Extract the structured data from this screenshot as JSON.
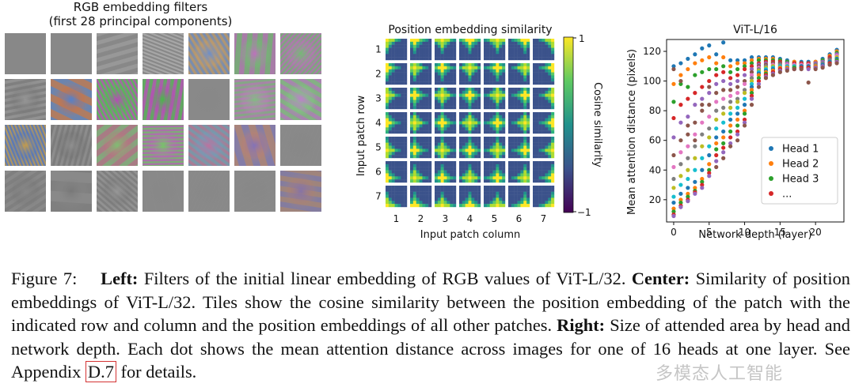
{
  "left_panel": {
    "title_line1": "RGB embedding filters",
    "title_line2": "(first 28 principal components)",
    "grid_rows": 4,
    "grid_cols": 7
  },
  "center_panel": {
    "title": "Position embedding similarity",
    "ylabel": "Input patch row",
    "xlabel": "Input patch column",
    "row_ticks": [
      "1",
      "2",
      "3",
      "4",
      "5",
      "6",
      "7"
    ],
    "col_ticks": [
      "1",
      "2",
      "3",
      "4",
      "5",
      "6",
      "7"
    ],
    "colorbar_label": "Cosine similarity",
    "colorbar_max": "1",
    "colorbar_min": "−1"
  },
  "chart_data": {
    "type": "scatter",
    "title": "ViT-L/16",
    "xlabel": "Network depth (layer)",
    "ylabel": "Mean attention distance (pixels)",
    "xlim": [
      -1,
      24
    ],
    "ylim": [
      5,
      128
    ],
    "xticks": [
      0,
      5,
      10,
      15,
      20
    ],
    "yticks": [
      20,
      40,
      60,
      80,
      100,
      120
    ],
    "legend_placement": "lower-right",
    "legend": [
      {
        "label": "Head 1",
        "color": "#1f77b4"
      },
      {
        "label": "Head 2",
        "color": "#ff7f0e"
      },
      {
        "label": "Head 3",
        "color": "#2ca02c"
      },
      {
        "label": "...",
        "color": "#d62728"
      }
    ],
    "palette": [
      "#1f77b4",
      "#ff7f0e",
      "#2ca02c",
      "#d62728",
      "#9467bd",
      "#8c564b",
      "#e377c2",
      "#7f7f7f",
      "#bcbd22",
      "#17becf"
    ],
    "layers": [
      {
        "x": 0,
        "y": [
          110,
          98,
          86,
          75,
          62,
          50,
          42,
          34,
          28,
          22,
          18,
          14,
          12,
          10,
          9,
          108
        ]
      },
      {
        "x": 1,
        "y": [
          112,
          104,
          98,
          84,
          72,
          60,
          52,
          44,
          36,
          30,
          24,
          20,
          18,
          16,
          15,
          100
        ]
      },
      {
        "x": 2,
        "y": [
          115,
          108,
          96,
          88,
          76,
          64,
          56,
          48,
          40,
          34,
          28,
          24,
          22,
          20,
          19,
          70
        ]
      },
      {
        "x": 3,
        "y": [
          118,
          112,
          104,
          92,
          84,
          72,
          64,
          56,
          48,
          40,
          32,
          28,
          26,
          25,
          24,
          60
        ]
      },
      {
        "x": 4,
        "y": [
          122,
          114,
          106,
          96,
          88,
          80,
          72,
          64,
          56,
          48,
          40,
          34,
          32,
          30,
          28,
          84
        ]
      },
      {
        "x": 5,
        "y": [
          124,
          116,
          108,
          100,
          92,
          84,
          76,
          68,
          62,
          56,
          50,
          44,
          40,
          38,
          36,
          96
        ]
      },
      {
        "x": 6,
        "y": [
          118,
          112,
          108,
          104,
          98,
          92,
          86,
          80,
          74,
          68,
          62,
          58,
          54,
          50,
          46,
          42
        ]
      },
      {
        "x": 7,
        "y": [
          126,
          116,
          110,
          106,
          100,
          94,
          88,
          82,
          78,
          72,
          66,
          62,
          58,
          55,
          52,
          48
        ]
      },
      {
        "x": 8,
        "y": [
          114,
          110,
          106,
          102,
          98,
          94,
          90,
          86,
          82,
          78,
          74,
          70,
          66,
          62,
          58,
          56
        ]
      },
      {
        "x": 9,
        "y": [
          114,
          112,
          108,
          104,
          100,
          96,
          92,
          88,
          86,
          82,
          78,
          74,
          70,
          66,
          64,
          60
        ]
      },
      {
        "x": 10,
        "y": [
          114,
          112,
          110,
          108,
          104,
          100,
          98,
          94,
          92,
          88,
          84,
          80,
          78,
          74,
          72,
          70
        ]
      },
      {
        "x": 11,
        "y": [
          116,
          114,
          112,
          110,
          108,
          106,
          104,
          102,
          100,
          98,
          96,
          94,
          92,
          90,
          88,
          84
        ]
      },
      {
        "x": 12,
        "y": [
          116,
          115,
          114,
          112,
          111,
          110,
          109,
          108,
          107,
          106,
          105,
          104,
          102,
          100,
          98,
          96
        ]
      },
      {
        "x": 13,
        "y": [
          116,
          115,
          114,
          113,
          112,
          111,
          110,
          110,
          109,
          108,
          107,
          106,
          105,
          104,
          103,
          102
        ]
      },
      {
        "x": 14,
        "y": [
          116,
          115,
          114,
          113,
          112,
          112,
          111,
          110,
          110,
          109,
          108,
          107,
          106,
          106,
          105,
          104
        ]
      },
      {
        "x": 15,
        "y": [
          115,
          114,
          114,
          113,
          112,
          112,
          111,
          111,
          110,
          110,
          109,
          109,
          108,
          108,
          107,
          106
        ]
      },
      {
        "x": 16,
        "y": [
          114,
          113,
          113,
          112,
          112,
          111,
          111,
          110,
          110,
          110,
          109,
          109,
          108,
          108,
          108,
          107
        ]
      },
      {
        "x": 17,
        "y": [
          113,
          113,
          112,
          112,
          111,
          111,
          111,
          110,
          110,
          110,
          109,
          109,
          109,
          108,
          108,
          108
        ]
      },
      {
        "x": 18,
        "y": [
          113,
          112,
          112,
          112,
          111,
          111,
          111,
          110,
          110,
          110,
          110,
          109,
          109,
          109,
          108,
          108
        ]
      },
      {
        "x": 19,
        "y": [
          113,
          112,
          112,
          112,
          111,
          111,
          111,
          110,
          110,
          110,
          110,
          109,
          109,
          109,
          108,
          99
        ]
      },
      {
        "x": 20,
        "y": [
          113,
          113,
          112,
          112,
          112,
          111,
          111,
          111,
          110,
          110,
          110,
          110,
          109,
          109,
          109,
          108
        ]
      },
      {
        "x": 21,
        "y": [
          115,
          114,
          114,
          113,
          113,
          112,
          112,
          112,
          111,
          111,
          111,
          110,
          110,
          110,
          110,
          109
        ]
      },
      {
        "x": 22,
        "y": [
          118,
          117,
          116,
          116,
          115,
          115,
          114,
          114,
          113,
          113,
          113,
          112,
          112,
          112,
          111,
          111
        ]
      },
      {
        "x": 23,
        "y": [
          121,
          120,
          119,
          118,
          118,
          117,
          117,
          116,
          116,
          115,
          115,
          114,
          114,
          113,
          113,
          112
        ]
      }
    ]
  },
  "caption": {
    "figure_label": "Figure 7:",
    "left_bold": "Left:",
    "left_text": "Filters of the initial linear embedding of RGB values of ViT-L/32.",
    "center_bold": "Center:",
    "center_text": "Similarity of position embeddings of ViT-L/32. Tiles show the cosine similarity between the position embedding of the patch with the indicated row and column and the position embeddings of all other patches.",
    "right_bold": "Right:",
    "right_text": "Size of attended area by head and network depth. Each dot shows the mean attention distance across images for one of 16 heads at one layer. See Appendix",
    "ref": "D.7",
    "end_text": "for details."
  },
  "watermark": "多模态人工智能"
}
